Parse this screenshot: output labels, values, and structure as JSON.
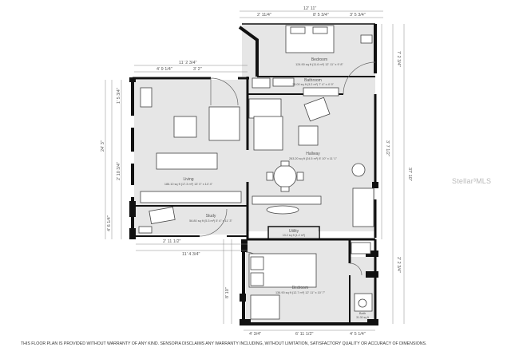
{
  "dimensions": {
    "top_overall": "12' 11\"",
    "top_left": "2' 11/4\"",
    "top_mid": "8' 5 3/4\"",
    "top_right": "3' 5 3/4\"",
    "living_top_overall": "11' 2 3/4\"",
    "living_top_left": "4' 9 1/4\"",
    "living_top_right": "3' 2\"",
    "study_bottom": "2' 11 1/2\"",
    "study_bottom_overall": "11' 4 3/4\"",
    "bed_bottom_left": "4' 3/4\"",
    "bed_bottom_mid": "6' 11 1/2\"",
    "bed_bottom_right": "4' 5 1/4\"",
    "left_overall": "24' 3\"",
    "right_overall": "37' 10\"",
    "right_mid": "7' 2 3/4\"",
    "small_a": "1' 5 3/4\"",
    "small_b": "2' 10 3/4\"",
    "small_c": "4' 6 1/4\"",
    "small_d": "3' 7 1/2\"",
    "small_e": "2' 2 3/4\"",
    "small_f": "8' 10\""
  },
  "rooms": {
    "bedroom_top": {
      "name": "Bedroom",
      "size": "124.90 sq ft (11.6 m²) 12' 11\" x 9' 8\""
    },
    "bathroom_top": {
      "name": "Bathroom",
      "size": "35.00 sq ft (3.2 m²) 7' 4\" x 4' 9\""
    },
    "living": {
      "name": "Living",
      "size": "186.10 sq ft (17.3 m²) 13' 0\" x 14' 4\""
    },
    "hallway": {
      "name": "Hallway",
      "size": "263.20 sq ft (24.5 m²) 8' 10\" x 11' 1\""
    },
    "study": {
      "name": "Study",
      "size": "56.80 sq ft (5.3 m²) 5' 4\" x 11' 3\""
    },
    "utility": {
      "name": "Utility",
      "size": "13.2 sq ft (1.2 m²)"
    },
    "bedroom_bottom": {
      "name": "Bedroom",
      "size": "136.90 sq ft (12.7 m²) 12' 11\" x 10' 7\""
    },
    "bath_bottom": {
      "name": "Bath",
      "size": "31.30 sq ft"
    }
  },
  "watermark": "Stellar³MLS",
  "disclaimer": "THIS FLOOR PLAN IS PROVIDED WITHOUT WARRANTY OF ANY KIND. SENSOPIA DISCLAIMS ANY WARRANTY INCLUDING, WITHOUT LIMITATION, SATISFACTORY QUALITY OR ACCURACY OF DIMENSIONS.",
  "colors": {
    "floor": "#e6e6e6",
    "wall": "#111111",
    "dim": "#777777",
    "furniture": "#ffffff"
  }
}
